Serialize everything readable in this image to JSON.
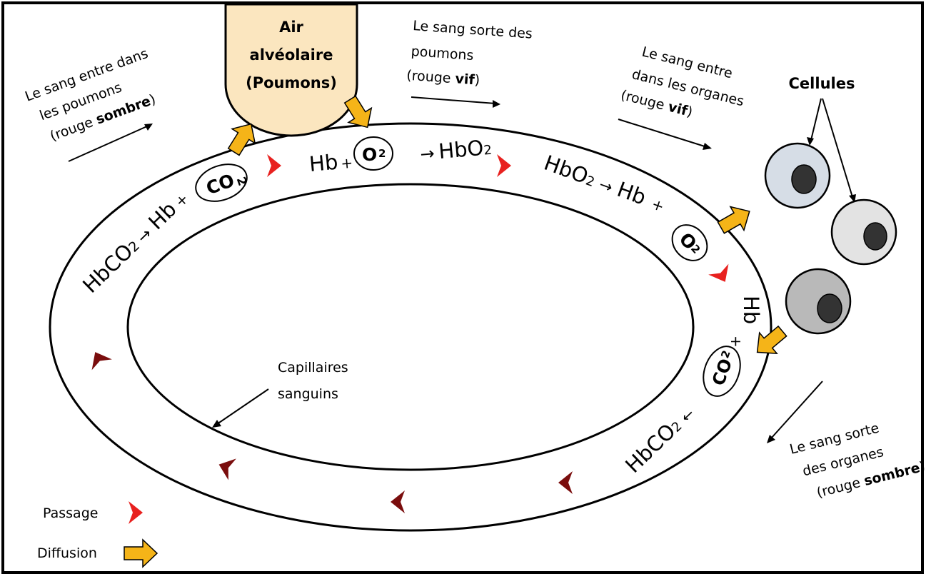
{
  "alveoli": {
    "line1": "Air",
    "line2": "alvéolaire",
    "line3": "(Poumons)"
  },
  "labels": {
    "enter_lungs": {
      "line1": "Le sang entre dans",
      "line2": "les poumons",
      "line3_pre": "(rouge ",
      "line3_bold": "sombre",
      "line3_post": ")"
    },
    "exit_lungs": {
      "line1": "Le sang sorte des",
      "line2": "poumons",
      "line3_pre": "(rouge ",
      "line3_bold": "vif",
      "line3_post": ")"
    },
    "enter_organs": {
      "line1": "Le sang entre",
      "line2": "dans les organes",
      "line3_pre": "(rouge ",
      "line3_bold": "vif",
      "line3_post": ")"
    },
    "exit_organs": {
      "line1": "Le sang sorte",
      "line2": "des organes",
      "line3_pre": "(rouge ",
      "line3_bold": "sombre",
      "line3_post": ")"
    },
    "cells": "Cellules",
    "capillaries": {
      "line1": "Capillaires",
      "line2": "sanguins"
    }
  },
  "reactions": {
    "left": {
      "reactant": "HbCO",
      "sub": "2",
      "arrow": "→",
      "product": "Hb",
      "plus": "+",
      "gas": "CO",
      "gas_sub": "2"
    },
    "top": {
      "reactant": "Hb",
      "plus": "+",
      "gas": "O",
      "gas_sub": "2",
      "arrow": "→",
      "product": "HbO",
      "product_sub": "2"
    },
    "right": {
      "reactant": "HbO",
      "sub": "2",
      "arrow": "→",
      "product": "Hb",
      "plus": "+",
      "gas": "O",
      "gas_sub": "2"
    },
    "bottom_right": {
      "product": "HbCO",
      "product_sub": "2",
      "arrow": "←",
      "gas": "CO",
      "gas_sub": "2",
      "plus": "+",
      "reactant": "Hb"
    }
  },
  "legend": {
    "passage": "Passage",
    "diffusion": "Diffusion"
  },
  "colors": {
    "alveoli_fill": "#fbe6bf",
    "diffusion_arrow": "#f5b418",
    "passage_bright": "#e8211f",
    "passage_dark": "#7a0d0d",
    "cell_1": "#d6dde6",
    "cell_2": "#e3e3e3",
    "cell_3": "#b9b9b9",
    "nucleus": "#333333"
  }
}
